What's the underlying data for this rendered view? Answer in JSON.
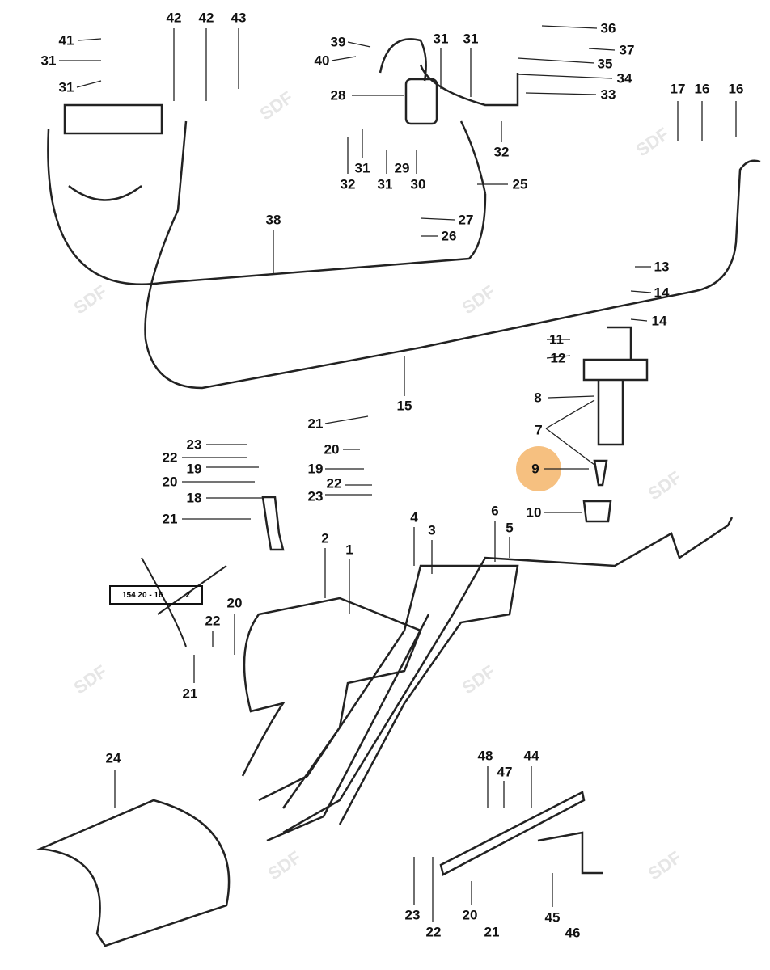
{
  "watermark": "SDF",
  "highlight_color": "#f5b56a",
  "plate_text": "154 20 - 16",
  "plate_suffix": "2",
  "callouts": [
    "42",
    "42",
    "43",
    "41",
    "31",
    "31",
    "39",
    "40",
    "31",
    "31",
    "36",
    "37",
    "35",
    "34",
    "33",
    "28",
    "17",
    "16",
    "16",
    "32",
    "31",
    "29",
    "31",
    "30",
    "25",
    "32",
    "27",
    "26",
    "38",
    "13",
    "14",
    "14",
    "11",
    "12",
    "8",
    "7",
    "9",
    "10",
    "15",
    "21",
    "20",
    "19",
    "22",
    "23",
    "23",
    "22",
    "19",
    "20",
    "18",
    "21",
    "2",
    "1",
    "4",
    "3",
    "6",
    "5",
    "20",
    "22",
    "21",
    "24",
    "48",
    "47",
    "44",
    "23",
    "22",
    "20",
    "21",
    "45",
    "46"
  ]
}
